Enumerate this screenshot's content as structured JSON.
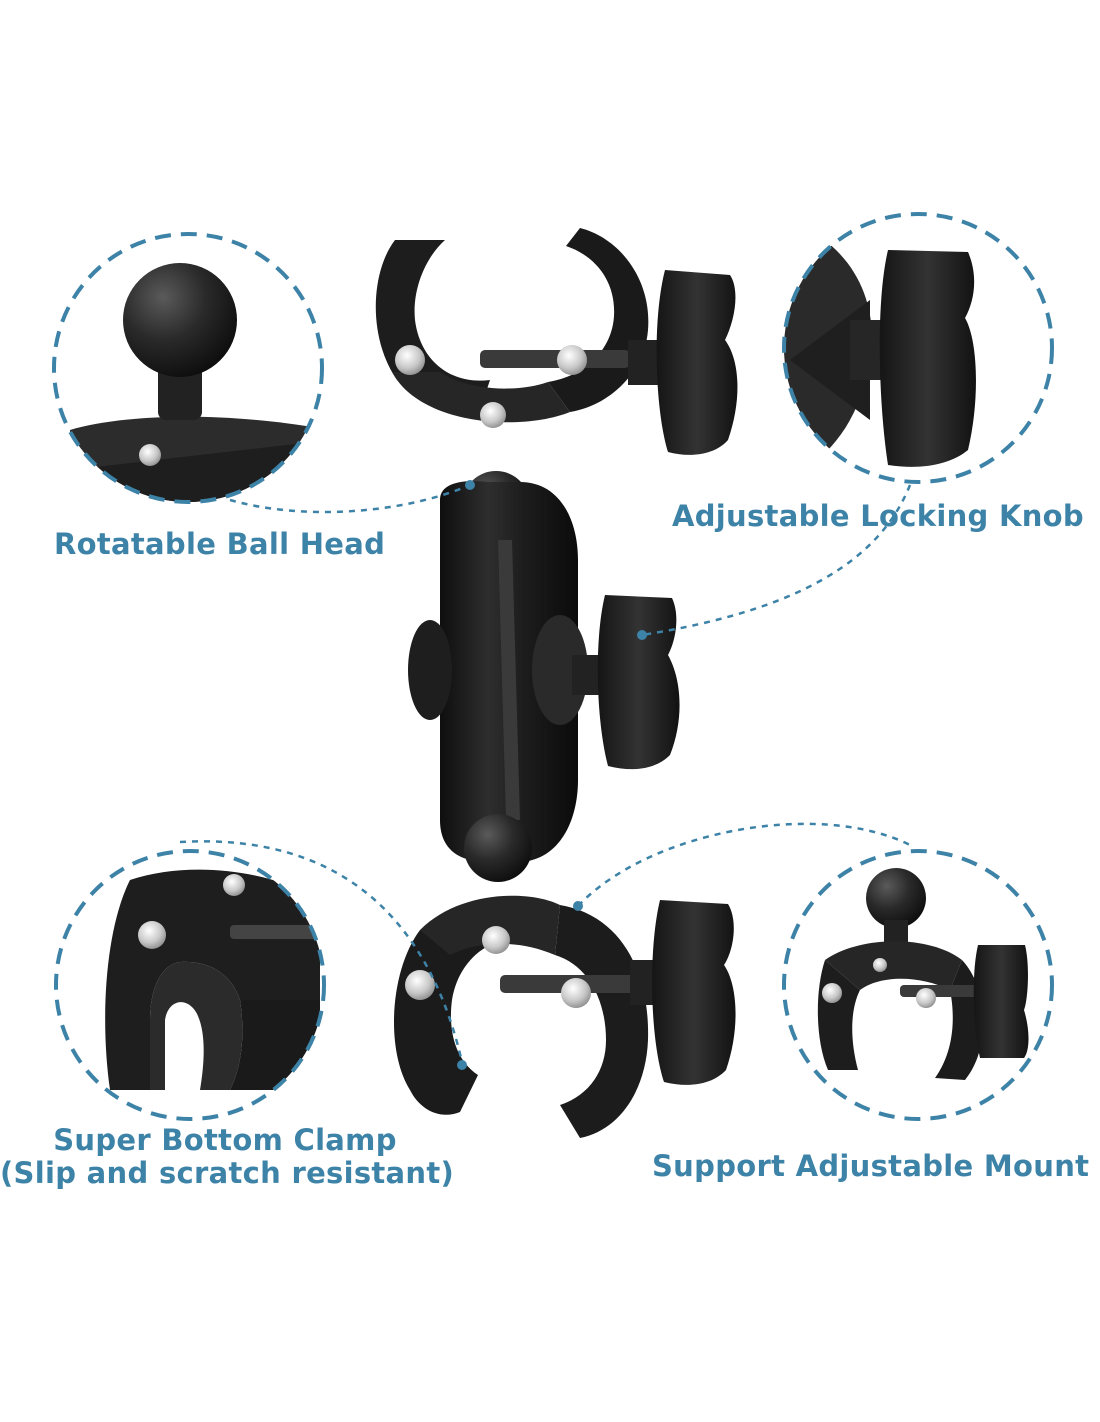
{
  "labels": {
    "ball_head": "Rotatable Ball Head",
    "locking_knob": "Adjustable Locking Knob",
    "bottom_clamp_line1": "Super Bottom Clamp",
    "bottom_clamp_line2": "(Slip and scratch resistant)",
    "adjustable_mount": "Support Adjustable Mount"
  },
  "colors": {
    "accent": "#3d82a7",
    "product": "#1c1c1c",
    "background": "#ffffff"
  }
}
